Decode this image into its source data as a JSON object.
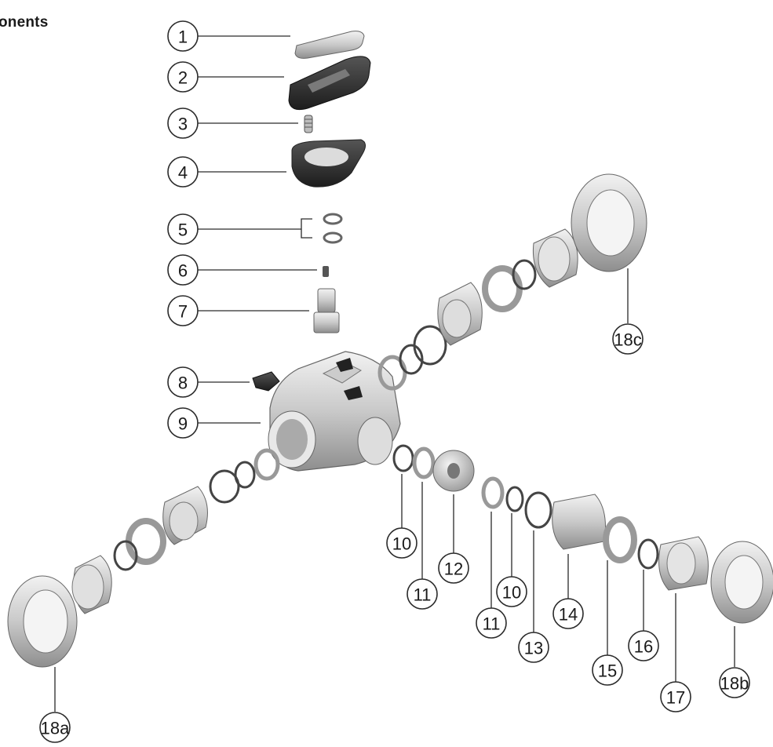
{
  "heading": "onents",
  "callouts": [
    {
      "id": "c1",
      "label": "1"
    },
    {
      "id": "c2",
      "label": "2"
    },
    {
      "id": "c3",
      "label": "3"
    },
    {
      "id": "c4",
      "label": "4"
    },
    {
      "id": "c5",
      "label": "5"
    },
    {
      "id": "c6",
      "label": "6"
    },
    {
      "id": "c7",
      "label": "7"
    },
    {
      "id": "c8",
      "label": "8"
    },
    {
      "id": "c9",
      "label": "9"
    },
    {
      "id": "c10a",
      "label": "10"
    },
    {
      "id": "c11a",
      "label": "11"
    },
    {
      "id": "c12",
      "label": "12"
    },
    {
      "id": "c10b",
      "label": "10"
    },
    {
      "id": "c11b",
      "label": "11"
    },
    {
      "id": "c13",
      "label": "13"
    },
    {
      "id": "c14",
      "label": "14"
    },
    {
      "id": "c15",
      "label": "15"
    },
    {
      "id": "c16",
      "label": "16"
    },
    {
      "id": "c17",
      "label": "17"
    },
    {
      "id": "c18a",
      "label": "18a"
    },
    {
      "id": "c18b",
      "label": "18b"
    },
    {
      "id": "c18c",
      "label": "18c"
    }
  ]
}
